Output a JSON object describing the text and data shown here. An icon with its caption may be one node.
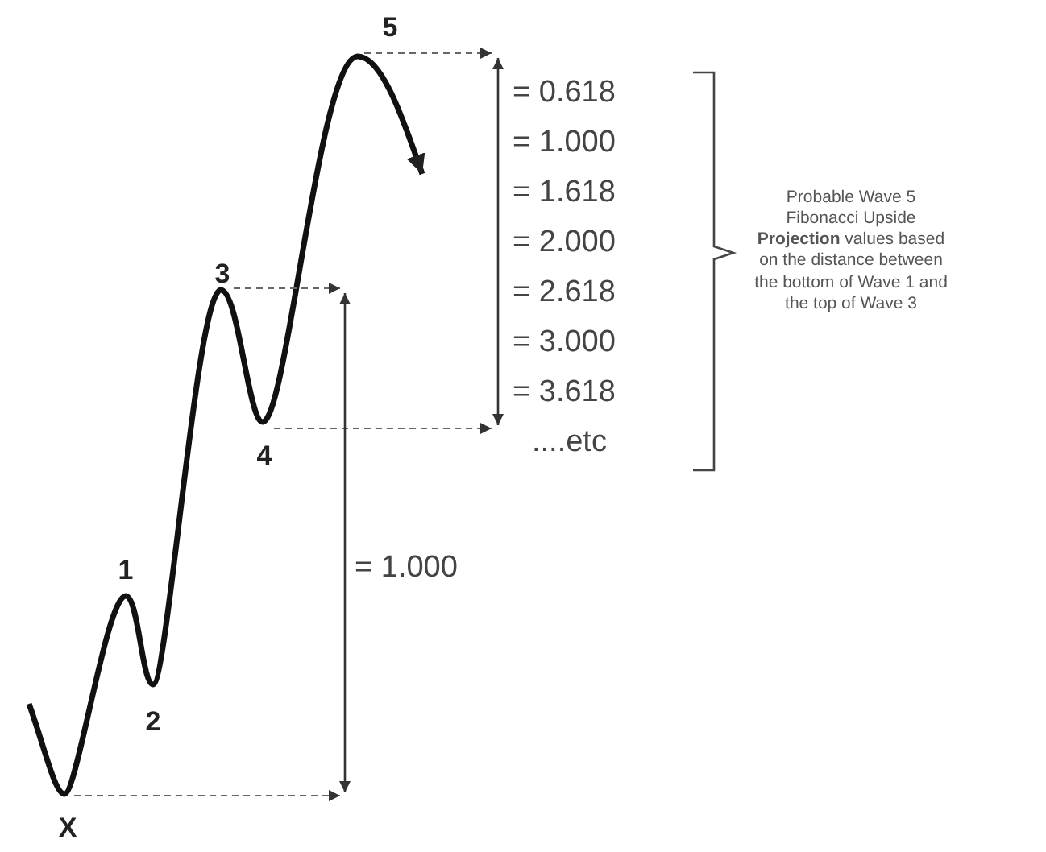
{
  "diagram": {
    "labels": [
      "5",
      "= 0.618",
      "= 1.000",
      "= 1.618",
      "= 2.000",
      "= 2.618",
      "= 3.000",
      "= 3.618",
      "....etc",
      "Probable Wave 5 Fibonacci Upside **Projection** values based on the distance between the bottom of Wave 1 and the top of Wave 3",
      "3",
      "4",
      "1",
      "= 1.000",
      "2",
      "X"
    ]
  }
}
